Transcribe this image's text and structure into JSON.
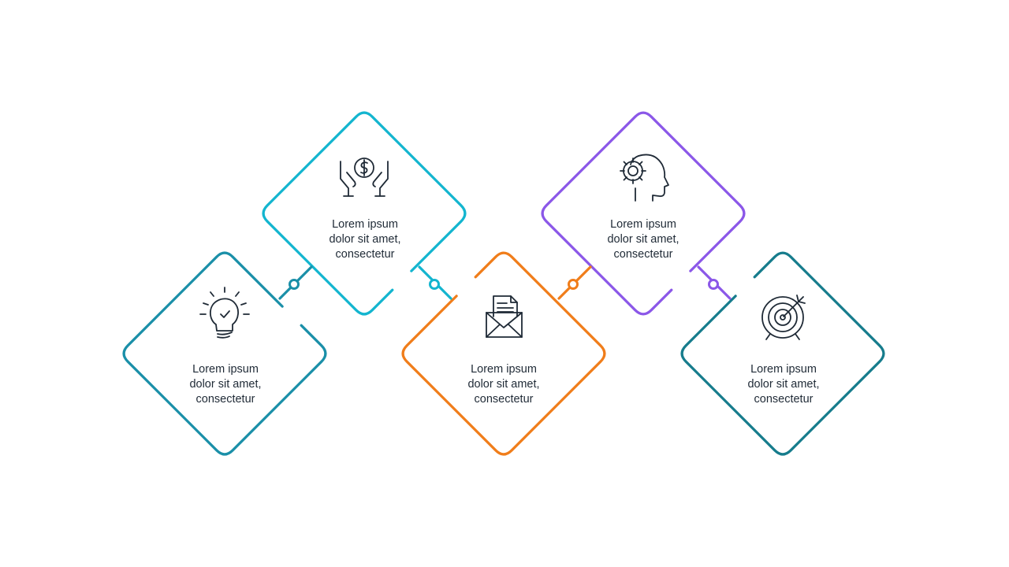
{
  "steps": [
    {
      "id": "step-1",
      "color": "#1a8fa8",
      "icon": "lightbulb-check-icon",
      "lines": [
        "Lorem ipsum",
        "dolor sit amet,",
        "consectetur"
      ]
    },
    {
      "id": "step-2",
      "color": "#13b5cf",
      "icon": "hands-dollar-coin-icon",
      "lines": [
        "Lorem ipsum",
        "dolor sit amet,",
        "consectetur"
      ]
    },
    {
      "id": "step-3",
      "color": "#f07d1a",
      "icon": "envelope-document-icon",
      "lines": [
        "Lorem ipsum",
        "dolor sit amet,",
        "consectetur"
      ]
    },
    {
      "id": "step-4",
      "color": "#8b57e8",
      "icon": "head-gear-icon",
      "lines": [
        "Lorem ipsum",
        "dolor sit amet,",
        "consectetur"
      ]
    },
    {
      "id": "step-5",
      "color": "#167c8c",
      "icon": "target-arrow-icon",
      "lines": [
        "Lorem ipsum",
        "dolor sit amet,",
        "consectetur"
      ]
    }
  ],
  "icon_color": "#1f2a36"
}
